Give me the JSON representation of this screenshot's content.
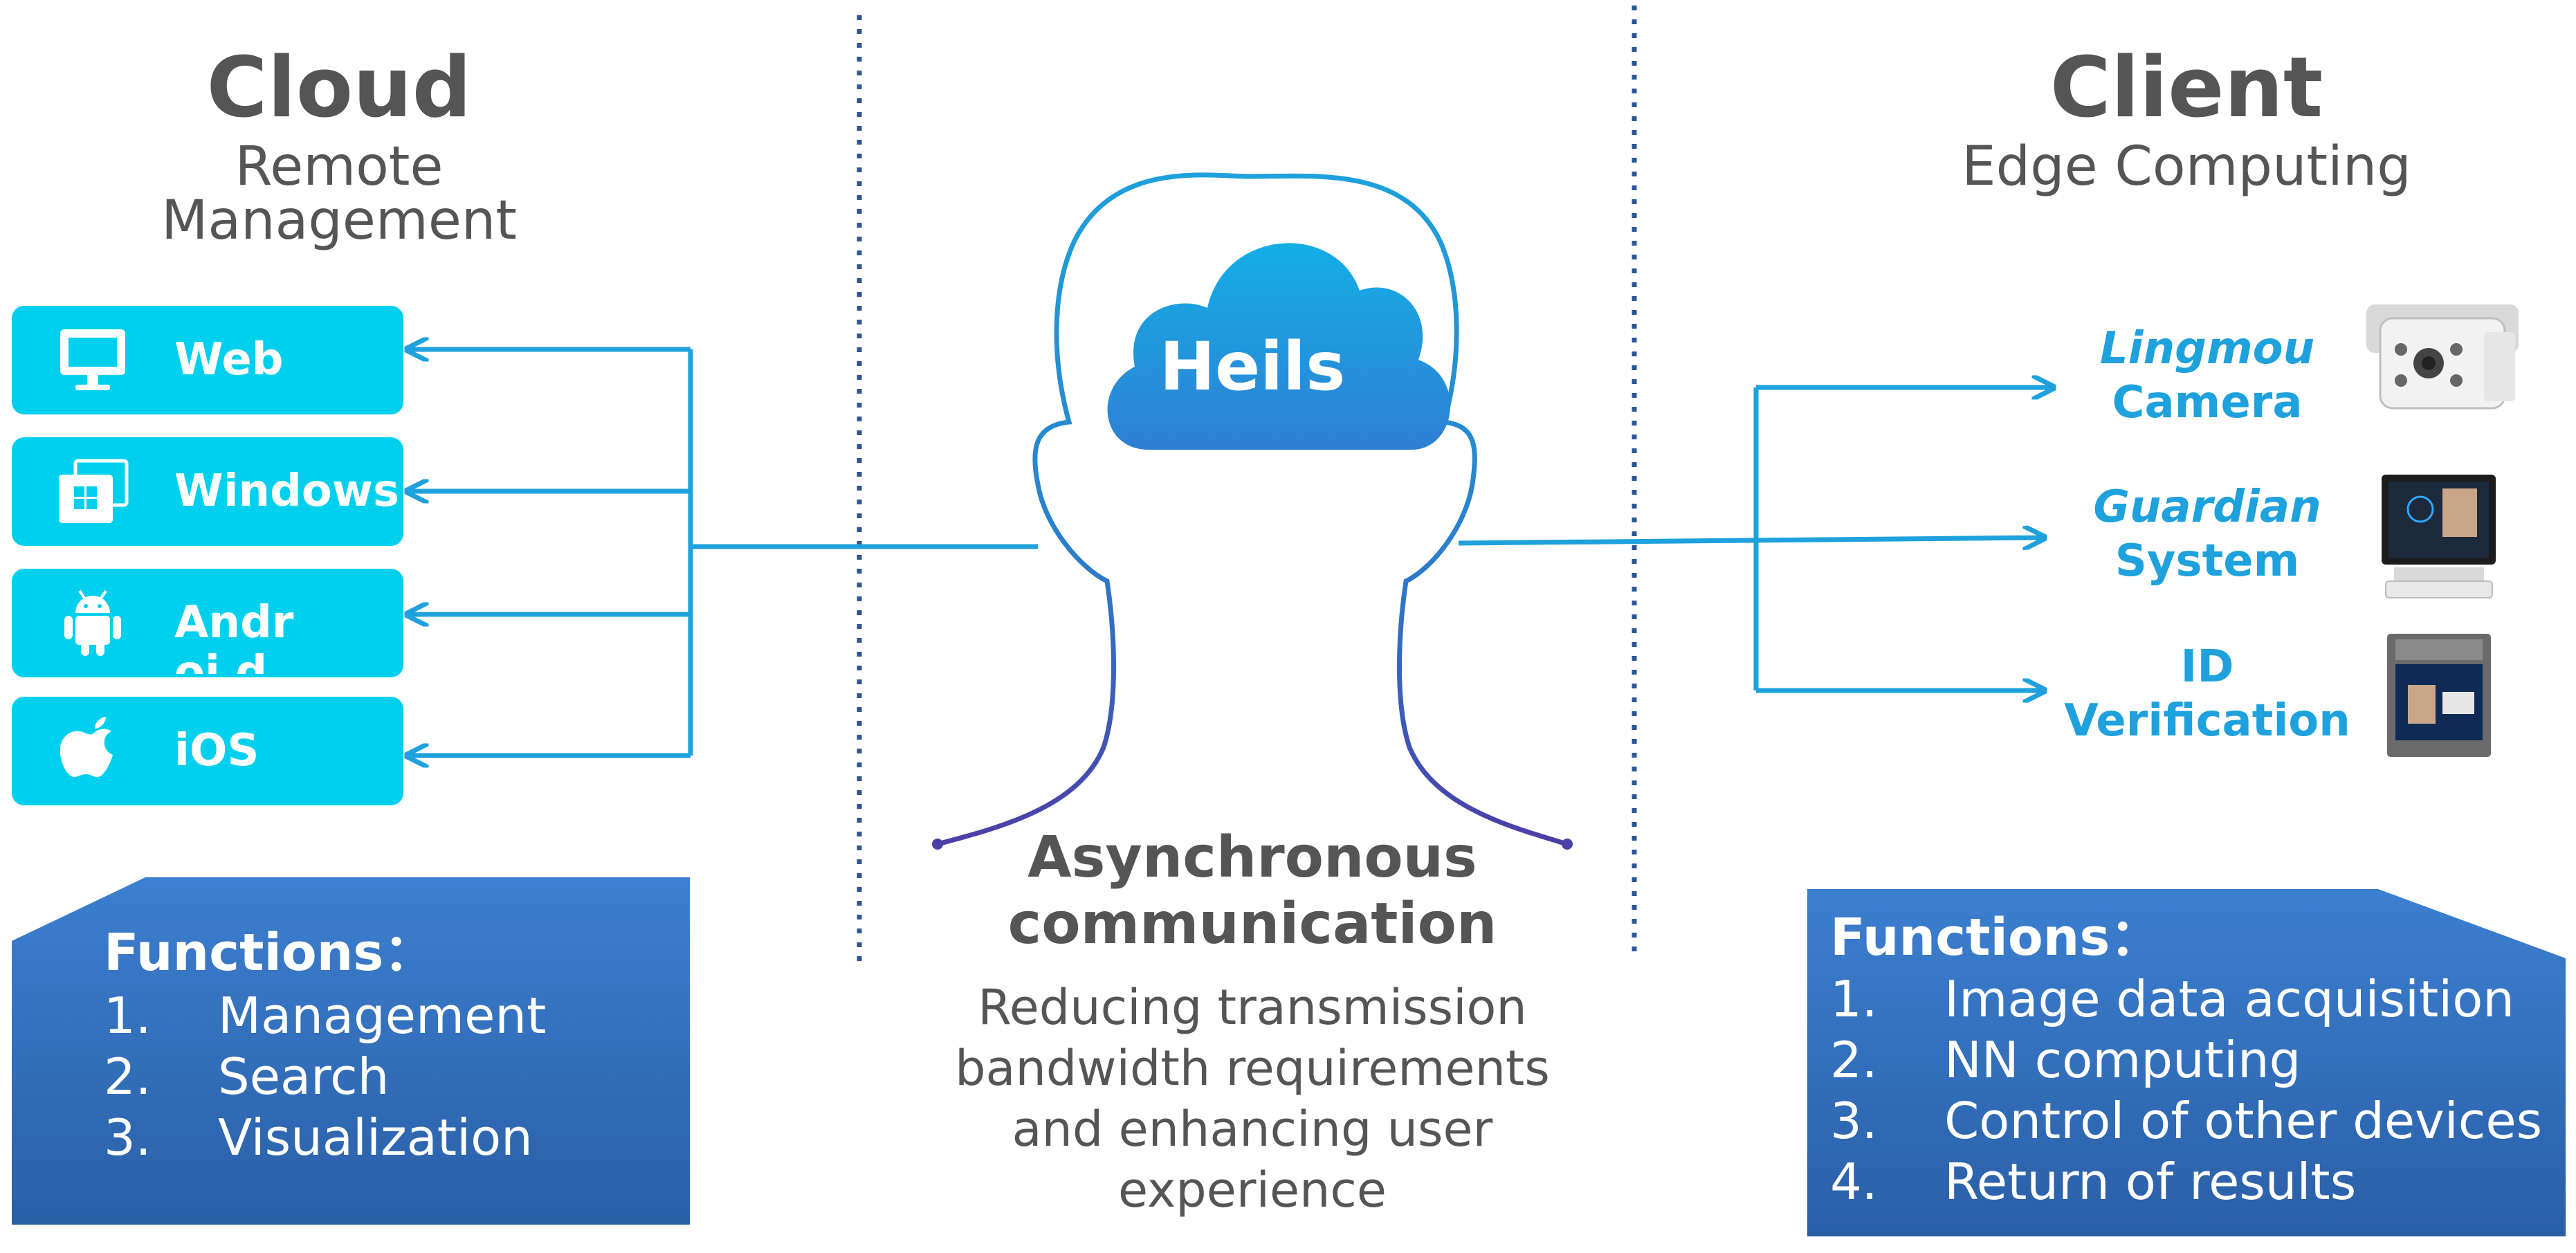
{
  "cloud": {
    "title": "Cloud",
    "subtitle": "Remote Management",
    "platforms": [
      {
        "label": "Web",
        "icon": "monitor-icon"
      },
      {
        "label": "Windows",
        "icon": "windows-icon"
      },
      {
        "label": "Androi d",
        "icon": "android-icon"
      },
      {
        "label": "iOS",
        "icon": "apple-icon"
      }
    ],
    "functions": {
      "heading": "Functions：",
      "items": [
        {
          "num": "1.",
          "text": "Management"
        },
        {
          "num": "2.",
          "text": "Search"
        },
        {
          "num": "3.",
          "text": "Visualization"
        }
      ]
    }
  },
  "center": {
    "brand": "Heils",
    "title_line1": "Asynchronous",
    "title_line2": "communication",
    "desc_line1": "Reducing transmission",
    "desc_line2": "bandwidth requirements",
    "desc_line3": "and enhancing user",
    "desc_line4": "experience"
  },
  "client": {
    "title": "Client",
    "subtitle": "Edge Computing",
    "devices": [
      {
        "brand": "Lingmou",
        "name": "Camera",
        "icon": "bullet-camera-icon"
      },
      {
        "brand": "Guardian",
        "name": "System",
        "icon": "face-terminal-icon"
      },
      {
        "brand": "ID",
        "name": "Verification",
        "icon": "id-verification-terminal-icon"
      }
    ],
    "functions": {
      "heading": "Functions：",
      "items": [
        {
          "num": "1.",
          "text": "Image data acquisition"
        },
        {
          "num": "2.",
          "text": "NN computing"
        },
        {
          "num": "3.",
          "text": "Control of other devices"
        },
        {
          "num": "4.",
          "text": "Return of results"
        }
      ]
    }
  },
  "colors": {
    "connector": "#1ea1dc",
    "platform_bg": "#00d0ee",
    "function_box": "#2e6db7",
    "divider": "#2f5597",
    "text_gray": "#555555"
  }
}
